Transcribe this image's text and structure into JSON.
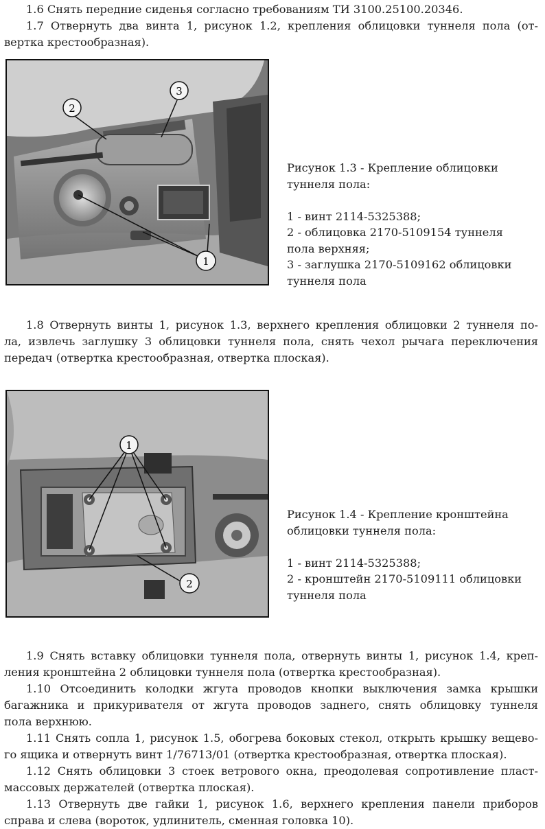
{
  "intro": {
    "p1_6": "1.6 Снять передние сиденья согласно требованиям ТИ 3100.25100.20346.",
    "p1_7_line1": "1.7 Отвернуть два винта 1, рисунок 1.2, крепления облицовки туннеля пола (от-",
    "p1_7_line2": "вертка крестообразная)."
  },
  "figure_1_3": {
    "photo_callouts": [
      "3",
      "2",
      "1"
    ],
    "caption_lines": [
      "Рисунок 1.3 - Крепление облицовки",
      "туннеля пола:",
      "",
      "1 - винт 2114-5325388;",
      "2 - облицовка 2170-5109154 туннеля",
      "пола верхняя;",
      "3 - заглушка 2170-5109162 облицовки",
      "туннеля пола"
    ]
  },
  "step_1_8": {
    "line1": "1.8 Отвернуть винты 1, рисунок 1.3, верхнего крепления облицовки 2 туннеля по-",
    "line2": "ла, извлечь заглушку 3 облицовки туннеля пола, снять чехол рычага переключения",
    "line3": "передач (отвертка крестообразная, отвертка плоская)."
  },
  "figure_1_4": {
    "photo_callouts": [
      "1",
      "2"
    ],
    "caption_lines": [
      "Рисунок 1.4 - Крепление кронштейна",
      "облицовки туннеля пола:",
      "",
      "1 - винт 2114-5325388;",
      "2 - кронштейн 2170-5109111 облицовки",
      "туннеля пола"
    ]
  },
  "steps_bottom": [
    [
      "1.9 Снять вставку облицовки туннеля пола, отвернуть винты 1, рисунок 1.4, креп-",
      "ления кронштейна 2 облицовки туннеля пола (отвертка крестообразная)."
    ],
    [
      "1.10 Отсоединить колодки жгута проводов кнопки выключения замка крышки",
      "багажника и прикуривателя от жгута проводов заднего, снять облицовку туннеля",
      "пола верхнюю."
    ],
    [
      "1.11 Снять сопла 1, рисунок 1.5, обогрева боковых стекол, открыть крышку вещево-",
      "го ящика и отвернуть винт 1/76713/01 (отвертка крестообразная, отвертка плоская)."
    ],
    [
      "1.12 Снять облицовки 3 стоек ветрового окна, преодолевая сопротивление пласт-",
      "массовых держателей (отвертка плоская)."
    ],
    [
      "1.13 Отвернуть две гайки 1, рисунок 1.6, верхнего крепления панели приборов",
      "справа и слева (вороток, удлинитель, сменная головка 10)."
    ]
  ]
}
